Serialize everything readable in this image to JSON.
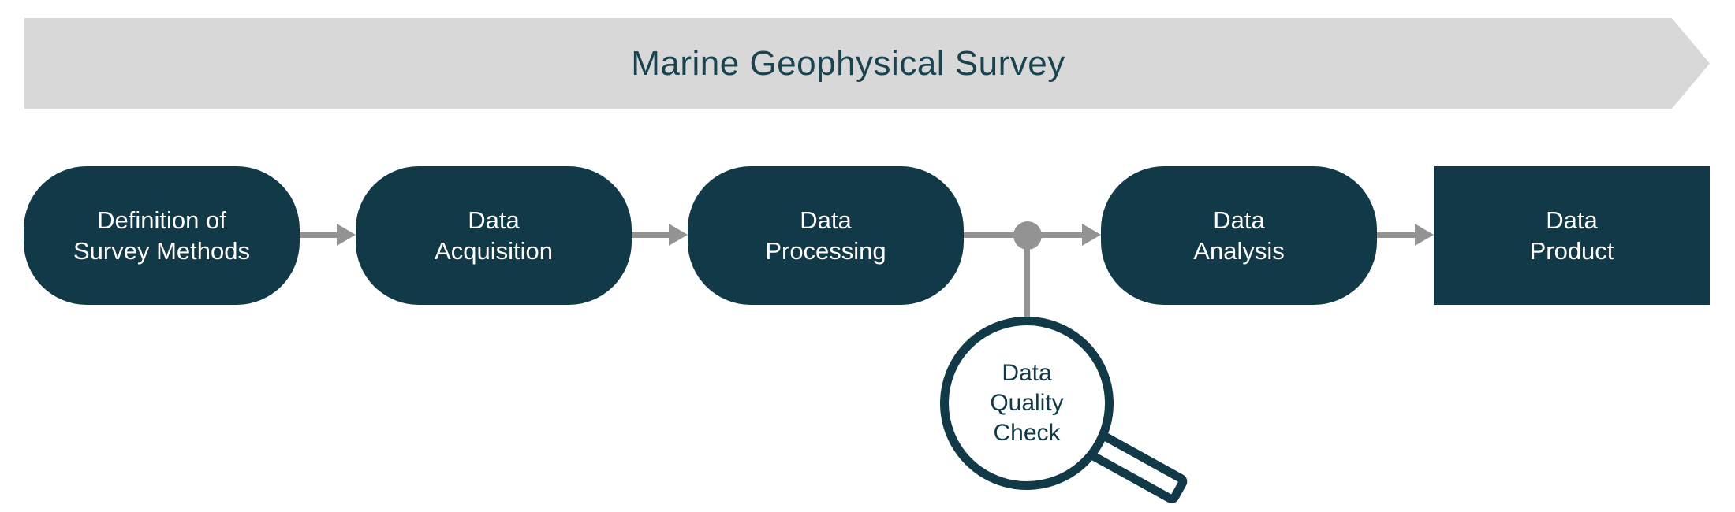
{
  "banner": {
    "title": "Marine Geophysical Survey"
  },
  "steps": [
    {
      "name": "definition-of-survey-methods",
      "lines": [
        "Definition of",
        "Survey Methods"
      ]
    },
    {
      "name": "data-acquisition",
      "lines": [
        "Data",
        "Acquisition"
      ]
    },
    {
      "name": "data-processing",
      "lines": [
        "Data",
        "Processing"
      ]
    },
    {
      "name": "data-analysis",
      "lines": [
        "Data",
        "Analysis"
      ]
    },
    {
      "name": "data-product",
      "lines": [
        "Data",
        "Product"
      ]
    }
  ],
  "quality_check": {
    "lines": [
      "Data",
      "Quality",
      "Check"
    ],
    "attached_between": [
      "Data Processing",
      "Data Analysis"
    ]
  },
  "colors": {
    "box_teal": "#113947",
    "banner_gray": "#d8d8d8",
    "connector_gray": "#939393",
    "title_teal": "#1a4350",
    "label_white": "#ffffff"
  }
}
